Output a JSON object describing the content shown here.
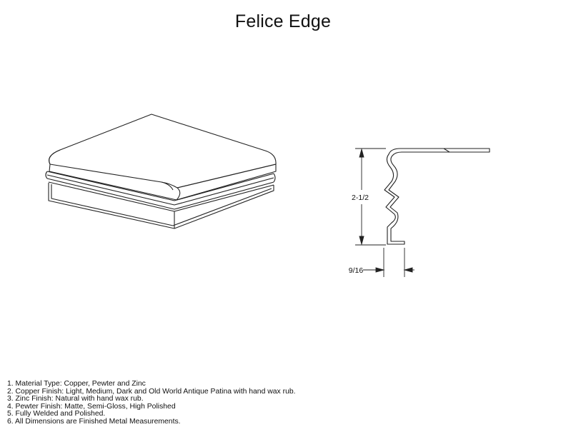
{
  "title": "Felice Edge",
  "dimensions": {
    "height_label": "2-1/2",
    "width_label": "9/16"
  },
  "notes": [
    "1. Material Type: Copper, Pewter and Zinc",
    "2. Copper Finish: Light, Medium, Dark and Old World Antique Patina with hand wax rub.",
    "3. Zinc Finish: Natural with hand wax rub.",
    "4. Pewter Finish: Matte, Semi-Gloss, High Polished",
    "5. Fully Welded and Polished.",
    "6. All Dimensions are Finished Metal Measurements."
  ]
}
